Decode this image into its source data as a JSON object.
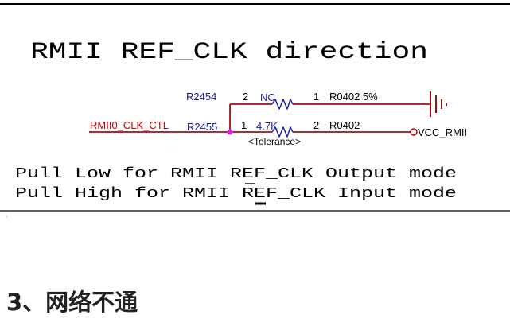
{
  "schematic": {
    "title": "RMII REF_CLK direction",
    "signal_net": "RMII0_CLK_CTL",
    "power_net": "VCC_RMII",
    "resistor_top": {
      "refdes": "R2454",
      "pin_left": "2",
      "value": "NC",
      "pin_right": "1",
      "footprint_tolerance": "R0402 5%"
    },
    "resistor_bottom": {
      "refdes": "R2455",
      "pin_left": "1",
      "value": "4.7K",
      "tolerance": "<Tolerance>",
      "pin_right": "2",
      "footprint": "R0402"
    },
    "notes": [
      "Pull Low for RMII REF_CLK Output mode",
      "Pull High for RMII REF_CLK Input mode"
    ],
    "colors": {
      "wire": "#a01010",
      "net_label": "#cc0000",
      "refdes": "#1a1aa0",
      "component": "#2222aa",
      "junction": "#e020e0",
      "text": "#000000"
    }
  },
  "section": {
    "heading": "3、网络不通"
  }
}
